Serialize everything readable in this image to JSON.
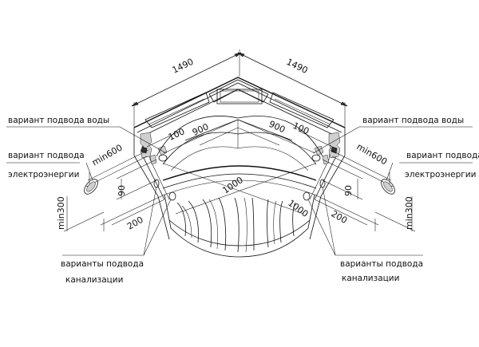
{
  "dimensions": {
    "width_left": "1490",
    "width_right": "1490",
    "inner_left": "900",
    "inner_right": "900",
    "offset_left": "100",
    "offset_right": "100",
    "diag_left": "1000",
    "diag_right": "1000",
    "power_left": "min600",
    "power_right": "min600",
    "height_left": "90",
    "height_right": "90",
    "floor_left": "min300",
    "floor_right": "min300",
    "drain_left": "200",
    "drain_right": "200"
  },
  "labels": {
    "water_left": "вариант подвода воды",
    "water_right": "вариант подвода воды",
    "power_left_1": "вариант подвода",
    "power_left_2": "электроэнергии",
    "power_right_1": "вариант подвода",
    "power_right_2": "электроэнергии",
    "sewer_left_1": "варианты подвода",
    "sewer_left_2": "канализации",
    "sewer_right_1": "варианты подвода",
    "sewer_right_2": "канализации"
  }
}
